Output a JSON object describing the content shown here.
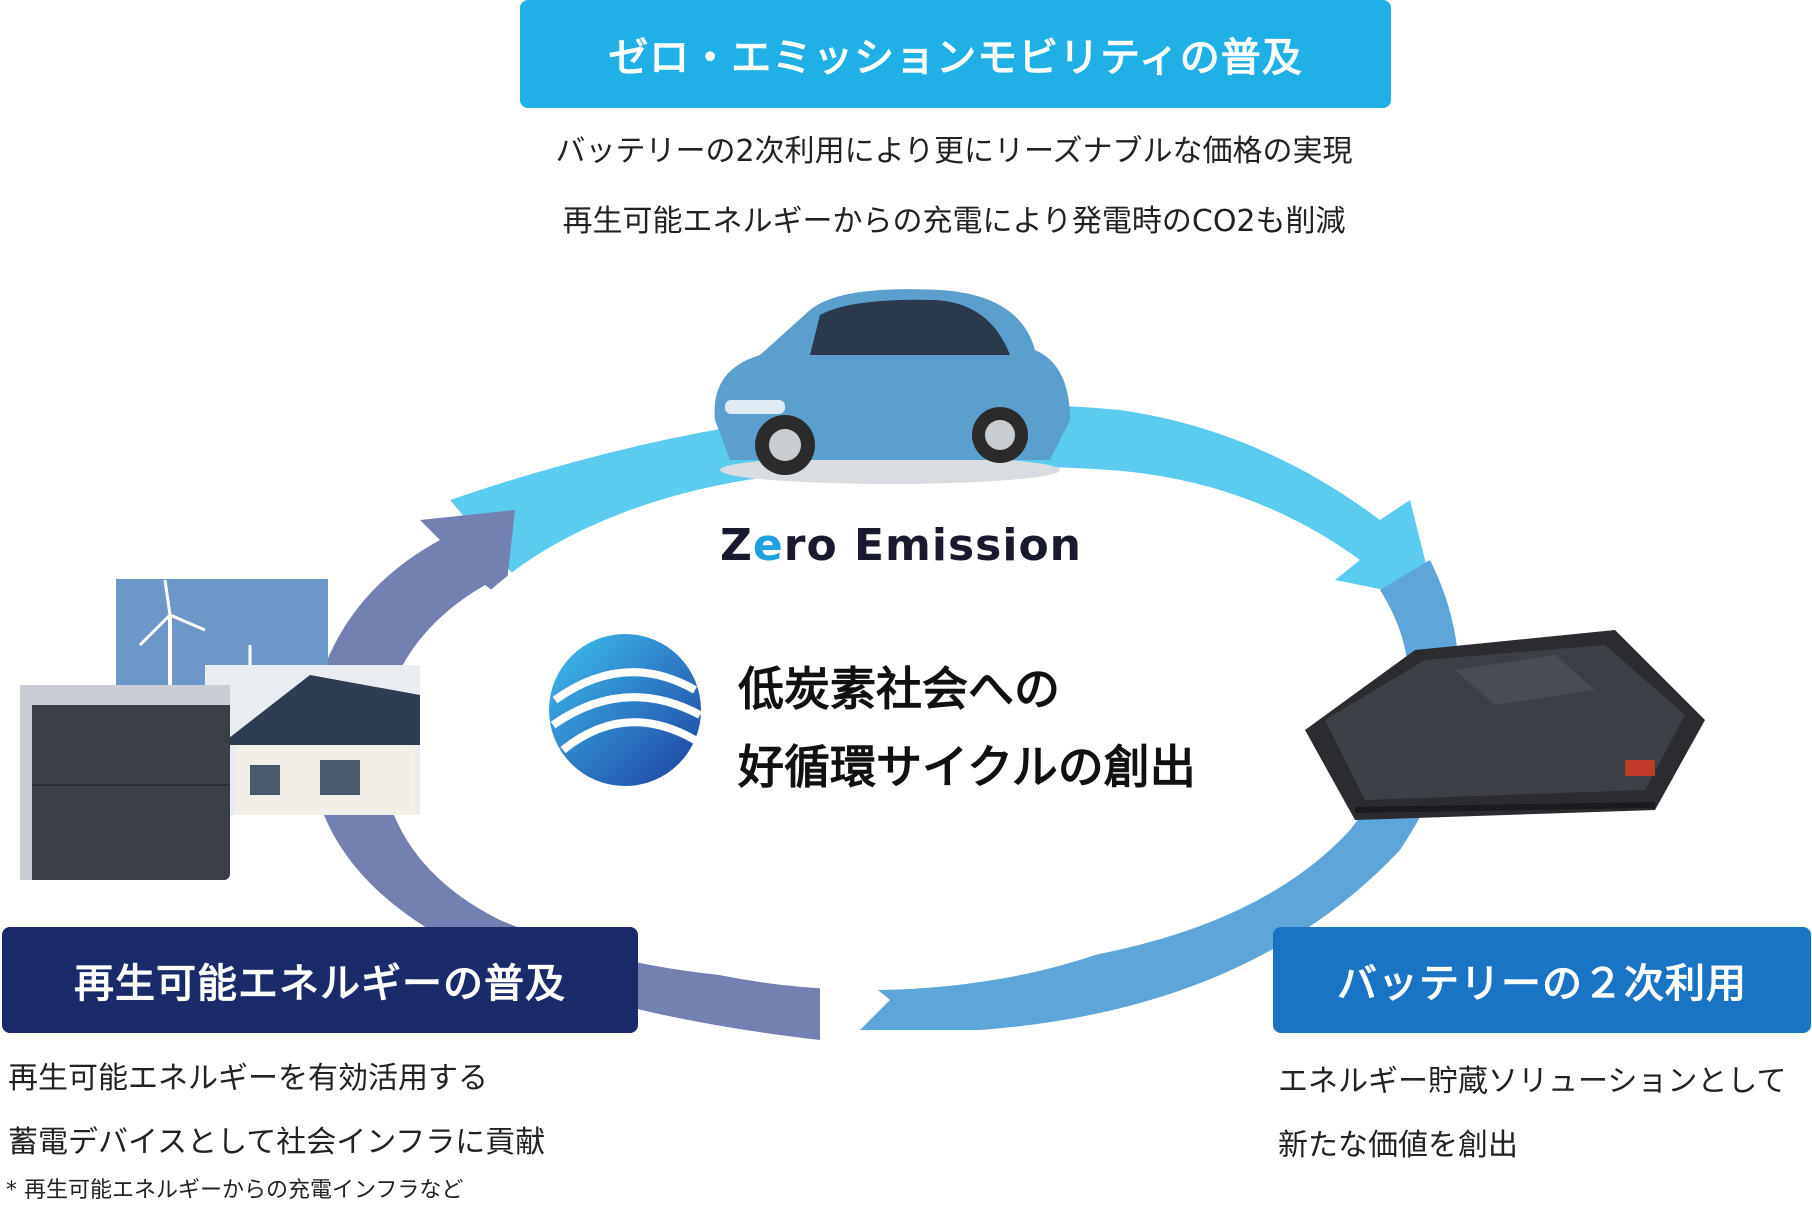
{
  "top": {
    "title": "ゼロ・エミッションモビリティの普及",
    "desc_lines": [
      "バッテリーの2次利用により更にリーズナブルな価格の実現",
      "再生可能エネルギーからの充電により発電時のCO2も削減"
    ]
  },
  "left": {
    "title": "再生可能エネルギーの普及",
    "desc_lines": [
      "再生可能エネルギーを有効活用する",
      "蓄電デバイスとして社会インフラに貢献"
    ],
    "footnote": "* 再生可能エネルギーからの充電インフラなど"
  },
  "right": {
    "title": "バッテリーの２次利用",
    "desc_lines": [
      "エネルギー貯蔵ソリューションとして",
      "新たな価値を創出"
    ]
  },
  "center": {
    "title_lines": [
      "低炭素社会への",
      "好循環サイクルの創出"
    ],
    "logo_text_z": "Z",
    "logo_text_e": "e",
    "logo_text_rest": "ro Emission"
  },
  "colors": {
    "top_box": "#1fb1e6",
    "left_box": "#1b2a6b",
    "right_box": "#1a74c4",
    "arrow_top": "#5ccbf0",
    "arrow_right": "#5ea6da",
    "arrow_left": "#7480b2"
  }
}
